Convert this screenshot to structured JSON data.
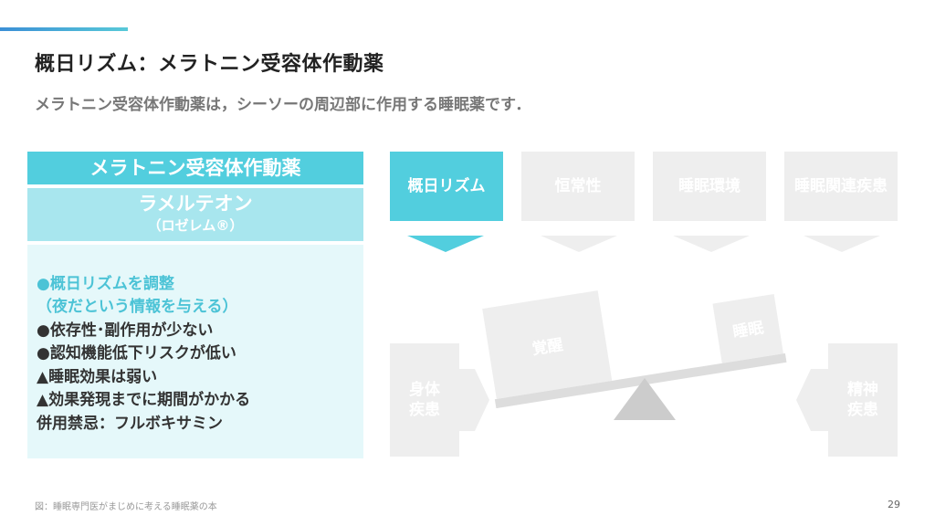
{
  "header": {
    "title": "概日リズム：メラトニン受容体作動薬",
    "subtitle": "メラトニン受容体作動薬は，シーソーの周辺部に作用する睡眠薬です．"
  },
  "card": {
    "heading": "メラトニン受容体作動薬",
    "drug_name": "ラメルテオン",
    "brand_name": "（ロゼレム®）",
    "lines": [
      {
        "text": "●概日リズムを調整",
        "highlight": true
      },
      {
        "text": "（夜だという情報を与える）",
        "highlight": true
      },
      {
        "text": "●依存性･副作用が少ない",
        "highlight": false
      },
      {
        "text": "●認知機能低下リスクが低い",
        "highlight": false
      },
      {
        "text": "▲睡眠効果は弱い",
        "highlight": false
      },
      {
        "text": "▲効果発現までに期間がかかる",
        "highlight": false
      },
      {
        "text": "併用禁忌：フルボキサミン",
        "highlight": false
      }
    ]
  },
  "diagram": {
    "factors": [
      {
        "label": "概日リズム",
        "active": true
      },
      {
        "label": "恒常性",
        "active": false
      },
      {
        "label": "睡眠環境",
        "active": false
      },
      {
        "label": "睡眠関連疾患",
        "active": false
      }
    ],
    "seesaw_left": "覚醒",
    "seesaw_right": "睡眠",
    "left_side": "身体疾患",
    "right_side": "精神疾患",
    "colors": {
      "accent": "#52cede",
      "inactive": "#eeeeee",
      "light_accent": "#a8e6ee",
      "body_bg": "#e5f8fa"
    }
  },
  "footer": {
    "source": "図：睡眠専門医がまじめに考える睡眠薬の本",
    "page": "29"
  }
}
